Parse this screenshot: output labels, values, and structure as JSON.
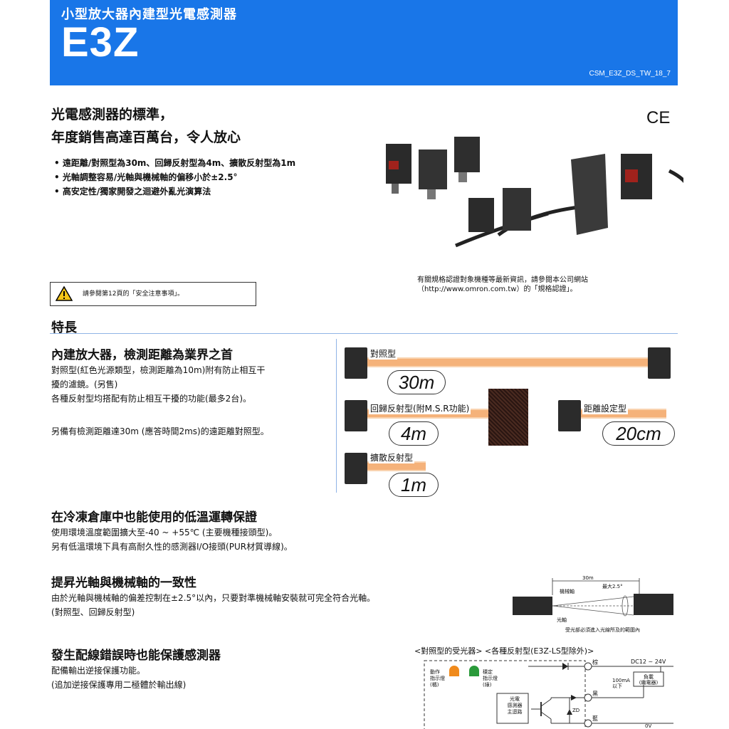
{
  "header": {
    "subtitle": "小型放大器內建型光電感測器",
    "title": "E3Z",
    "code": "CSM_E3Z_DS_TW_18_7"
  },
  "intro": {
    "headline_line1": "光電感測器的標準，",
    "headline_line2": "年度銷售高達百萬台，令人放心",
    "bullets": [
      "• 遠距離/對照型為30m、回歸反射型為4m、擴散反射型為1m",
      "• 光軸調整容易/光軸與機械軸的偏移小於±2.5°",
      "• 高安定性/獨家開發之迴避外亂光演算法"
    ],
    "ce_mark": "CE",
    "cert_note_line1": "有關規格認證對象機種等最新資訊，請參閱本公司網站",
    "cert_note_line2": "（http://www.omron.com.tw）的「規格認證」。"
  },
  "warning": {
    "text": "請參閱第12頁的「安全注意事項」。"
  },
  "features": {
    "title": "特長",
    "f1": {
      "title": "內建放大器，檢測距離為業界之首",
      "lines": [
        "對照型(紅色光源類型，檢測距離為10m)附有防止相互干",
        "擾的濾鏡。(另售)",
        "各種反射型均搭配有防止相互干擾的功能(最多2台)。",
        "",
        "另備有檢測距離達30m (應答時間2ms)的遠距離對照型。"
      ],
      "diagram": {
        "through_label": "對照型",
        "through_dist": "30m",
        "retro_label": "回歸反射型(附M.S.R功能)",
        "retro_dist": "4m",
        "bgs_label": "距離設定型",
        "bgs_dist": "20cm",
        "diffuse_label": "擴散反射型",
        "diffuse_dist": "1m"
      }
    },
    "f2": {
      "title": "在冷凍倉庫中也能使用的低溫運轉保證",
      "lines": [
        "使用環境溫度範圍擴大至-40 ~ +55℃ (主要機種接頭型)。",
        "另有低溫環境下具有高耐久性的感測器I/O接頭(PUR材質導線)。"
      ]
    },
    "f3": {
      "title": "提昇光軸與機械軸的一致性",
      "lines": [
        "由於光軸與機械軸的偏差控制在±2.5°以內，只要對準機械軸安裝就可完全符合光軸。",
        "(對照型、回歸反射型)"
      ],
      "diagram": {
        "dist": "30m",
        "angle": "最大2.5°",
        "mech_axis": "機械軸",
        "optical_axis": "光軸",
        "note": "受光部必須進入光線所及的範圍內"
      }
    },
    "f4": {
      "title": "發生配線錯誤時也能保護感測器",
      "lines": [
        "配備輸出逆接保護功能。",
        "(追加逆接保護專用二極體於輸出線)"
      ],
      "circuit": {
        "caption": "<對照型的受光器> <各種反射型(E3Z-LS型除外)>",
        "op_ind": [
          "動作",
          "指示燈",
          "(橘)"
        ],
        "stab_ind": [
          "穩定",
          "指示燈",
          "(綠)"
        ],
        "main_circuit": [
          "光電",
          "感測器",
          "主迴路"
        ],
        "brown": "棕",
        "black": "黑",
        "blue": "藍",
        "supply": "DC12 ~ 24V",
        "current": [
          "100mA",
          "以下"
        ],
        "load": [
          "負載",
          "(繼電器)"
        ],
        "zd": "ZD",
        "zero_v": "0V"
      }
    }
  },
  "colors": {
    "header_blue": "#1976e8",
    "beam_orange": "#f5b27a",
    "indicator_orange": "#f08a1c",
    "indicator_green": "#2a9a3a"
  }
}
